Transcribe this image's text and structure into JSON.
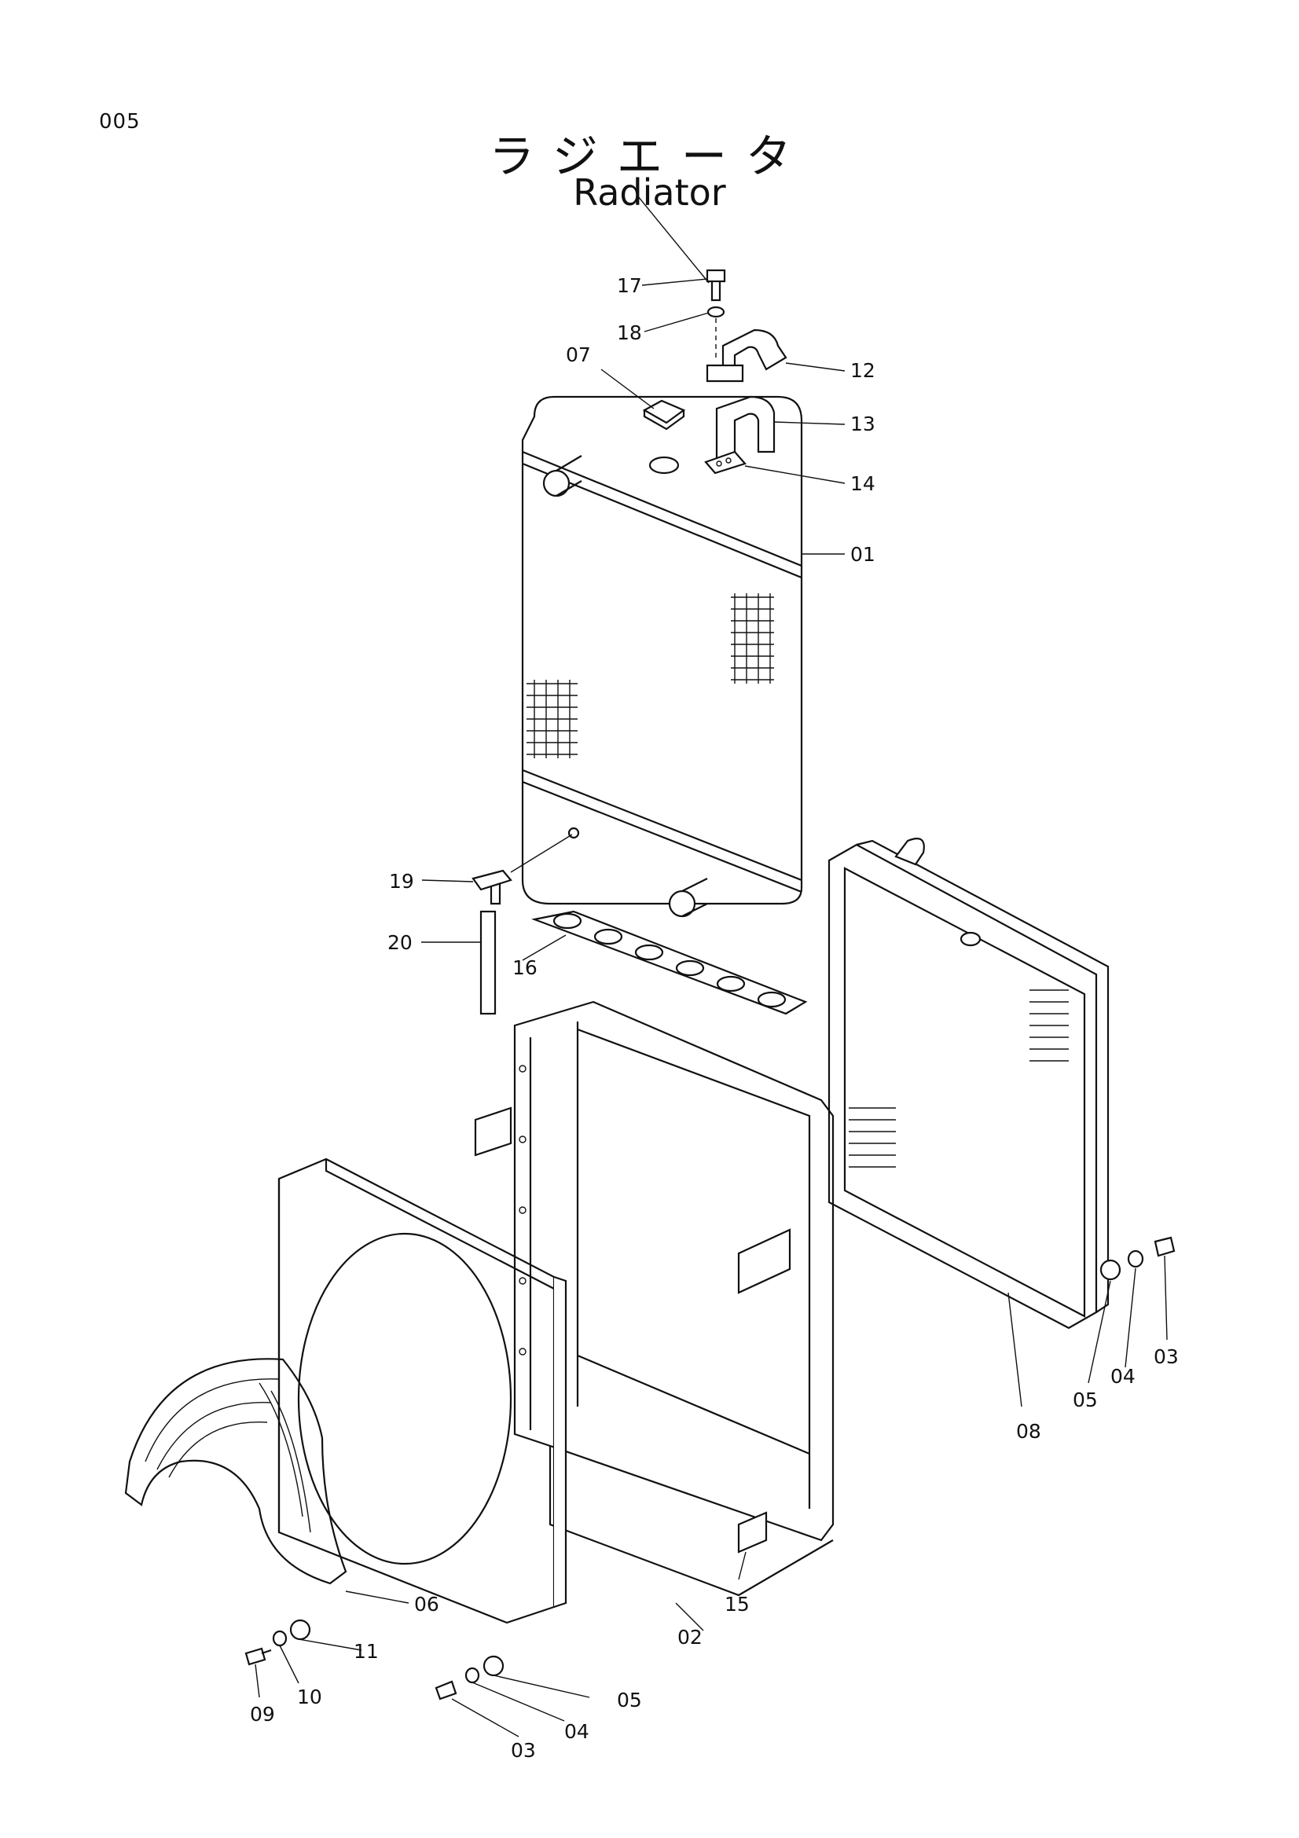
{
  "header": {
    "page_number": "005",
    "title_jp": "ラジエータ",
    "title_en": "Radiator"
  },
  "callouts": [
    "01",
    "02",
    "03",
    "04",
    "05",
    "06",
    "07",
    "08",
    "09",
    "10",
    "11",
    "12",
    "13",
    "14",
    "15",
    "16",
    "17",
    "18",
    "19",
    "20"
  ],
  "callout_labels": {
    "c01": "01",
    "c02": "02",
    "c03a": "03",
    "c03b": "03",
    "c04a": "04",
    "c04b": "04",
    "c05a": "05",
    "c05b": "05",
    "c06": "06",
    "c07": "07",
    "c08": "08",
    "c09": "09",
    "c10": "10",
    "c11": "11",
    "c12": "12",
    "c13": "13",
    "c14": "14",
    "c15": "15",
    "c16": "16",
    "c17": "17",
    "c18": "18",
    "c19": "19",
    "c20": "20"
  }
}
